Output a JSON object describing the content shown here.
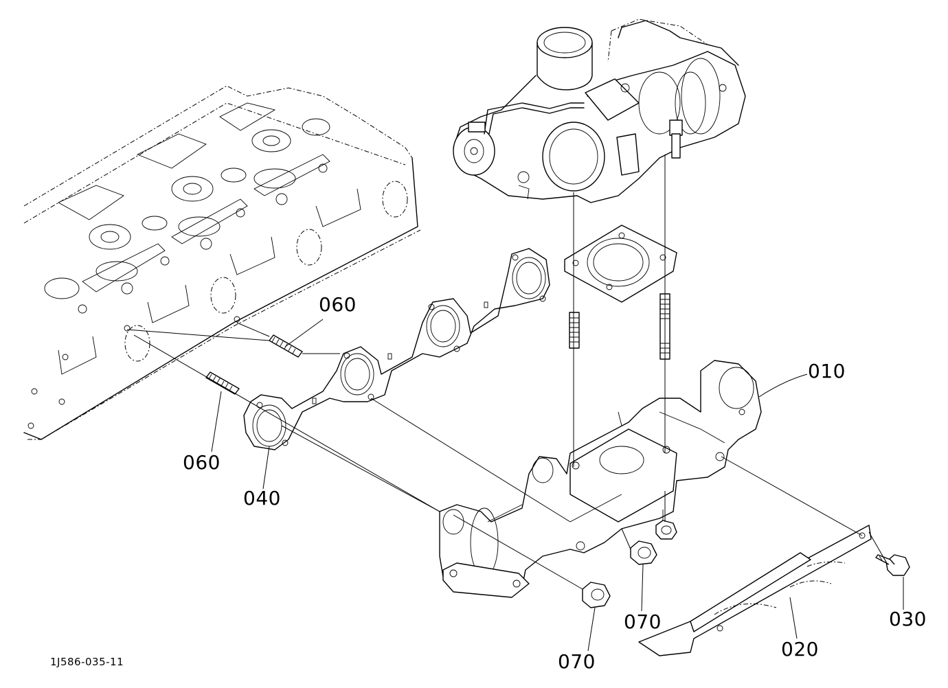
{
  "diagram": {
    "figure_code": "1J586-035-11",
    "callouts": {
      "manifold": "010",
      "heat_shield": "020",
      "bolt": "030",
      "gasket": "040",
      "stud_upper": "060",
      "stud_lower": "060",
      "nut_left": "070",
      "nut_right": "070"
    }
  }
}
